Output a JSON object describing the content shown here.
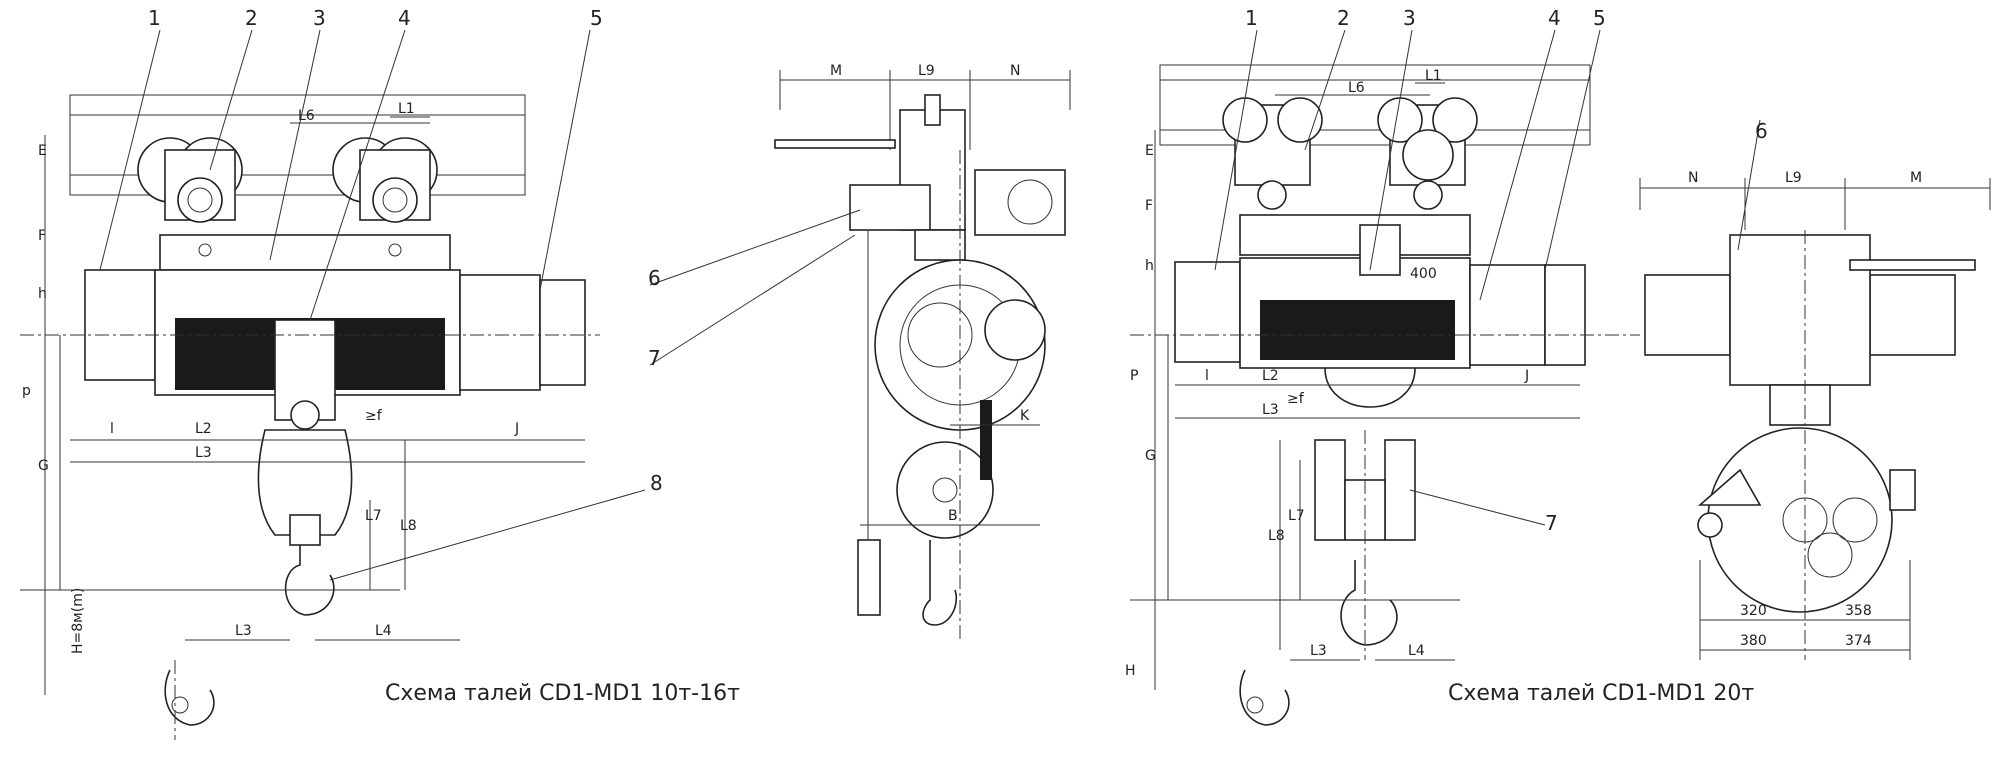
{
  "left_scheme": {
    "caption": "Схема талей CD1-MD1 10т-16т",
    "callouts": [
      "1",
      "2",
      "3",
      "4",
      "5",
      "6",
      "7",
      "8"
    ],
    "dims": {
      "E": "E",
      "F": "F",
      "h": "h",
      "p": "p",
      "G": "G",
      "H": "H=8м(m)",
      "L6": "L6",
      "L1": "L1",
      "l": "l",
      "L2": "L2",
      "L3": "L3",
      "J": "J",
      "f": "≥f",
      "L7": "L7",
      "L8": "L8",
      "L3b": "L3",
      "L4": "L4"
    }
  },
  "side_view": {
    "dims": {
      "M": "M",
      "L9": "L9",
      "N": "N",
      "K": "K",
      "B": "B"
    }
  },
  "right_scheme": {
    "caption": "Схема талей CD1-MD1 20т",
    "callouts": [
      "1",
      "2",
      "3",
      "4",
      "5",
      "6",
      "7"
    ],
    "dims": {
      "E": "E",
      "F": "F",
      "h": "h",
      "p": "P",
      "G": "G",
      "H": "H",
      "L6": "L6",
      "L1": "L1",
      "l": "l",
      "L2": "L2",
      "L3": "L3",
      "J": "J",
      "f": "≥f",
      "L7": "L7",
      "L8": "L8",
      "L3b": "L3",
      "L4": "L4",
      "v400": "400"
    }
  },
  "end_view": {
    "dims": {
      "N": "N",
      "L9": "L9",
      "M": "M",
      "d320": "320",
      "d358": "358",
      "d380": "380",
      "d374": "374"
    }
  }
}
